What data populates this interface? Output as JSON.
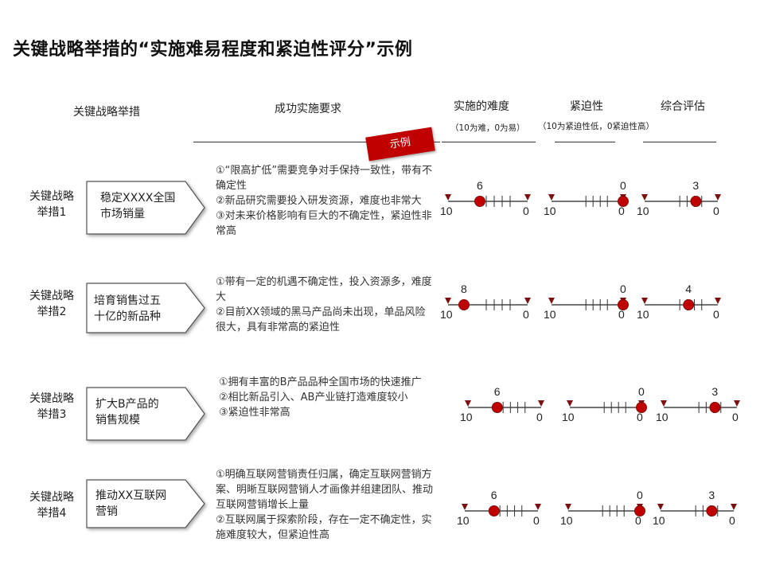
{
  "title": "关键战略举措的“实施难易程度和紧迫性评分”示例",
  "headers": {
    "col1": "关键战略举措",
    "col2": "成功实施要求",
    "col3": "实施的难度",
    "col3_note": "（10为难，0为易）",
    "col4": "紧迫性",
    "col4_note": "（10为紧迫性低，0紧迫性高）",
    "col5": "综合评估"
  },
  "badge": "示例",
  "scale_labels": {
    "left": "10",
    "right": "0"
  },
  "accent_color": "#c00000",
  "rows": [
    {
      "label": "关键战略\n举措1",
      "initiative": "稳定XXXX全国\n市场销量",
      "requirements": "①“限高扩低”需要竞争对手保持一致性，带有不确定性\n②新品研究需要投入研发资源，难度也非常大\n③对未来价格影响有巨大的不确定性，紧迫性非常高",
      "difficulty": "6",
      "urgency": "0",
      "overall": "3"
    },
    {
      "label": "关键战略\n举措2",
      "initiative": "培育销售过五\n十亿的新品种",
      "requirements": "①带有一定的机遇不确定性，投入资源多，难度大\n②目前XX领域的黑马产品尚未出现，单品风险很大，具有非常高的紧迫性",
      "difficulty": "8",
      "urgency": "0",
      "overall": "4"
    },
    {
      "label": "关键战略\n举措3",
      "initiative": "扩大B产品的\n销售规模",
      "requirements": "①拥有丰富的B产品品种全国市场的快速推广\n②相比新品引入、AB产业链打造难度较小\n③紧迫性非常高",
      "difficulty": "6",
      "urgency": "0",
      "overall": "3"
    },
    {
      "label": "关键战略\n举措4",
      "initiative": "推动XX互联网\n营销",
      "requirements": "①明确互联网营销责任归属，确定互联网营销方案、明晰互联网营销人才画像并组建团队、推动互联网营销增长上量\n②互联网属于探索阶段，存在一定不确定性，实施难度较大，但紧迫性高",
      "difficulty": "6",
      "urgency": "0",
      "overall": "3"
    }
  ]
}
